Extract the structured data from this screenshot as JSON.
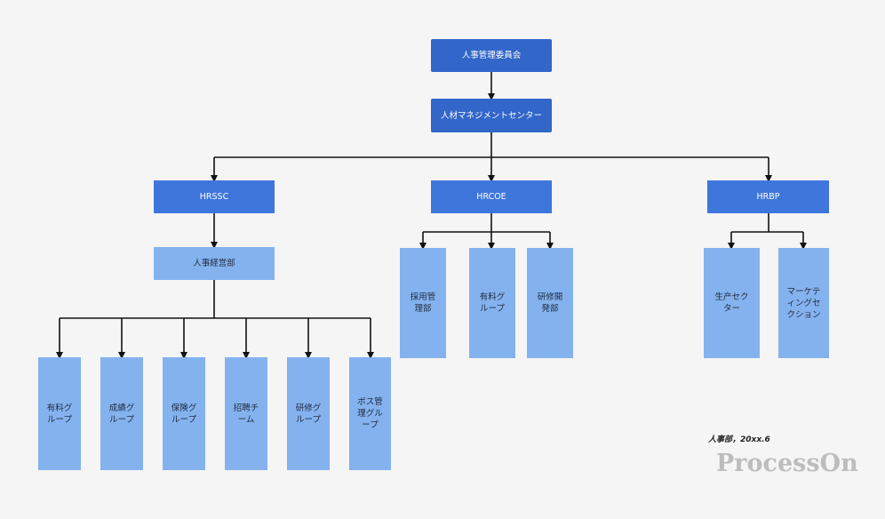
{
  "diagram": {
    "top": "人事管理委員会",
    "center": "人材マネジメントセンター",
    "branches": {
      "hrssc": "HRSSC",
      "hrcoe": "HRCOE",
      "hrbp": "HRBP"
    },
    "hrssc_child": "人事経営部",
    "hrssc_leaves": [
      "有料グループ",
      "成績グループ",
      "保険グループ",
      "招聘チーム",
      "研修グループ",
      "ボス管理グループ"
    ],
    "hrcoe_leaves": [
      "採用管理部",
      "有料グループ",
      "研修開発部"
    ],
    "hrbp_leaves": [
      "生产セクター",
      "マーケティングセクション"
    ]
  },
  "footer": {
    "note": "人事部，20xx.6",
    "watermark": "ProcessOn"
  },
  "colors": {
    "background": "#f5f5f5",
    "dark_node": "#3266c9",
    "mid_node": "#3f76dc",
    "light_node": "#84b2ee",
    "connector": "#111111"
  }
}
